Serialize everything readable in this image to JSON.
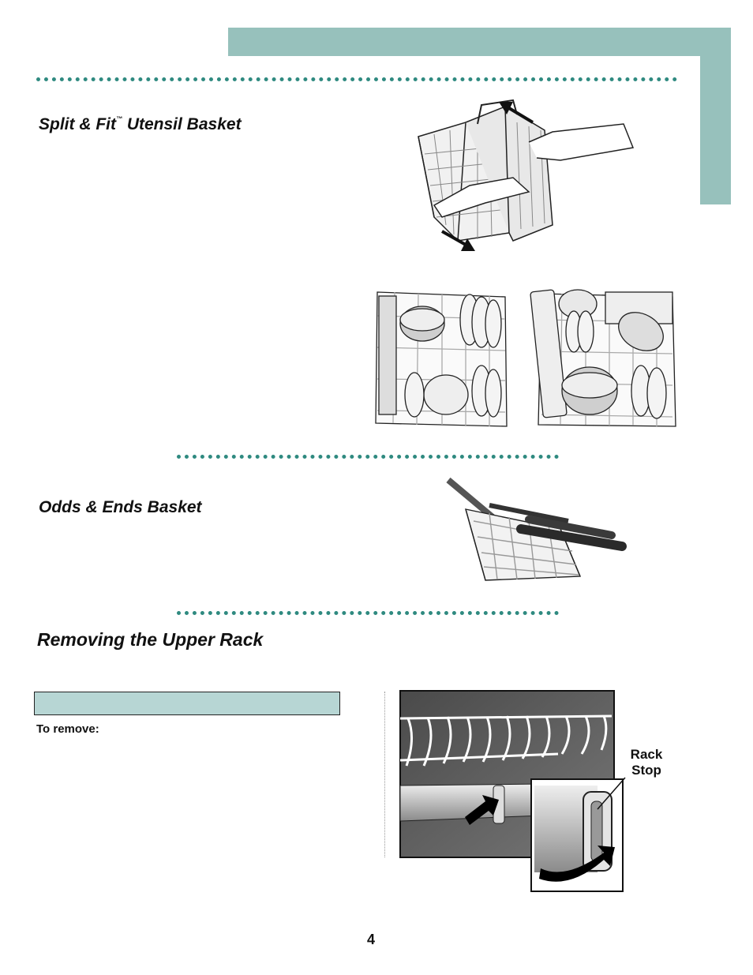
{
  "sections": {
    "split_fit": {
      "title_part1": "Split & Fit",
      "trademark": "™",
      "title_part2": " Utensil Basket"
    },
    "odds_ends": {
      "title": "Odds & Ends Basket"
    },
    "upper_rack": {
      "title": "Removing the Upper Rack",
      "note_bar_text": "",
      "to_remove_label": "To remove:"
    }
  },
  "callouts": {
    "rack_stop_line1": "Rack",
    "rack_stop_line2": "Stop"
  },
  "footer": {
    "page_number": "4"
  },
  "colors": {
    "accent_teal": "#97c1bc",
    "dot_green": "#2f8a80",
    "note_bar": "#b7d6d4"
  },
  "illustrations": [
    "utensil-basket-split-illustration",
    "lower-rack-loaded-illustration",
    "lower-rack-loaded-alt-illustration",
    "odds-ends-basket-illustration",
    "upper-rack-stop-illustration"
  ]
}
